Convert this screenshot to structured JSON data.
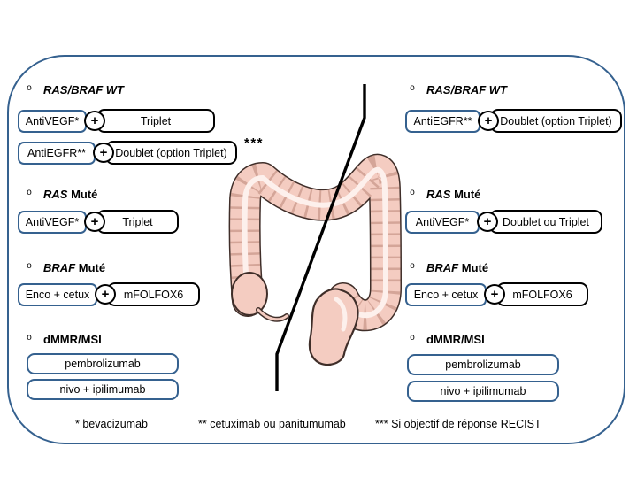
{
  "colors": {
    "accent_blue": "#35618f",
    "box_black": "#000000",
    "colon_fill": "#f4ccc1",
    "colon_outline": "#3f2e29",
    "line_black": "#000000"
  },
  "left_column": {
    "sections": [
      {
        "bullet": "o",
        "title_italic": "RAS/BRAF WT",
        "title_plain": "",
        "rows": [
          {
            "drug": "AntiVEGF*",
            "plus": "+",
            "regimen": "Triplet"
          },
          {
            "drug": "AntiEGFR**",
            "plus": "+",
            "regimen": "Doublet (option Triplet)",
            "annotation": "***"
          }
        ]
      },
      {
        "bullet": "o",
        "title_italic": "RAS",
        "title_plain": " Muté",
        "rows": [
          {
            "drug": "AntiVEGF*",
            "plus": "+",
            "regimen": "Triplet"
          }
        ]
      },
      {
        "bullet": "o",
        "title_italic": "BRAF",
        "title_plain": " Muté",
        "rows": [
          {
            "drug": "Enco + cetux",
            "plus": "+",
            "regimen": "mFOLFOX6"
          }
        ]
      },
      {
        "bullet": "o",
        "title_italic": "",
        "title_plain": "dMMR/MSI",
        "pills": [
          "pembrolizumab",
          "nivo + ipilimumab"
        ]
      }
    ]
  },
  "right_column": {
    "sections": [
      {
        "bullet": "o",
        "title_italic": "RAS/BRAF WT",
        "title_plain": "",
        "rows": [
          {
            "drug": "AntiEGFR**",
            "plus": "+",
            "regimen": "Doublet (option Triplet)"
          }
        ]
      },
      {
        "bullet": "o",
        "title_italic": "RAS",
        "title_plain": " Muté",
        "rows": [
          {
            "drug": "AntiVEGF*",
            "plus": "+",
            "regimen": "Doublet ou Triplet"
          }
        ]
      },
      {
        "bullet": "o",
        "title_italic": "BRAF",
        "title_plain": " Muté",
        "rows": [
          {
            "drug": "Enco + cetux",
            "plus": "+",
            "regimen": "mFOLFOX6"
          }
        ]
      },
      {
        "bullet": "o",
        "title_italic": "",
        "title_plain": "dMMR/MSI",
        "pills": [
          "pembrolizumab",
          "nivo + ipilimumab"
        ]
      }
    ]
  },
  "footnotes": [
    "* bevacizumab",
    "** cetuximab ou panitumumab",
    "*** Si objectif de réponse RECIST"
  ]
}
